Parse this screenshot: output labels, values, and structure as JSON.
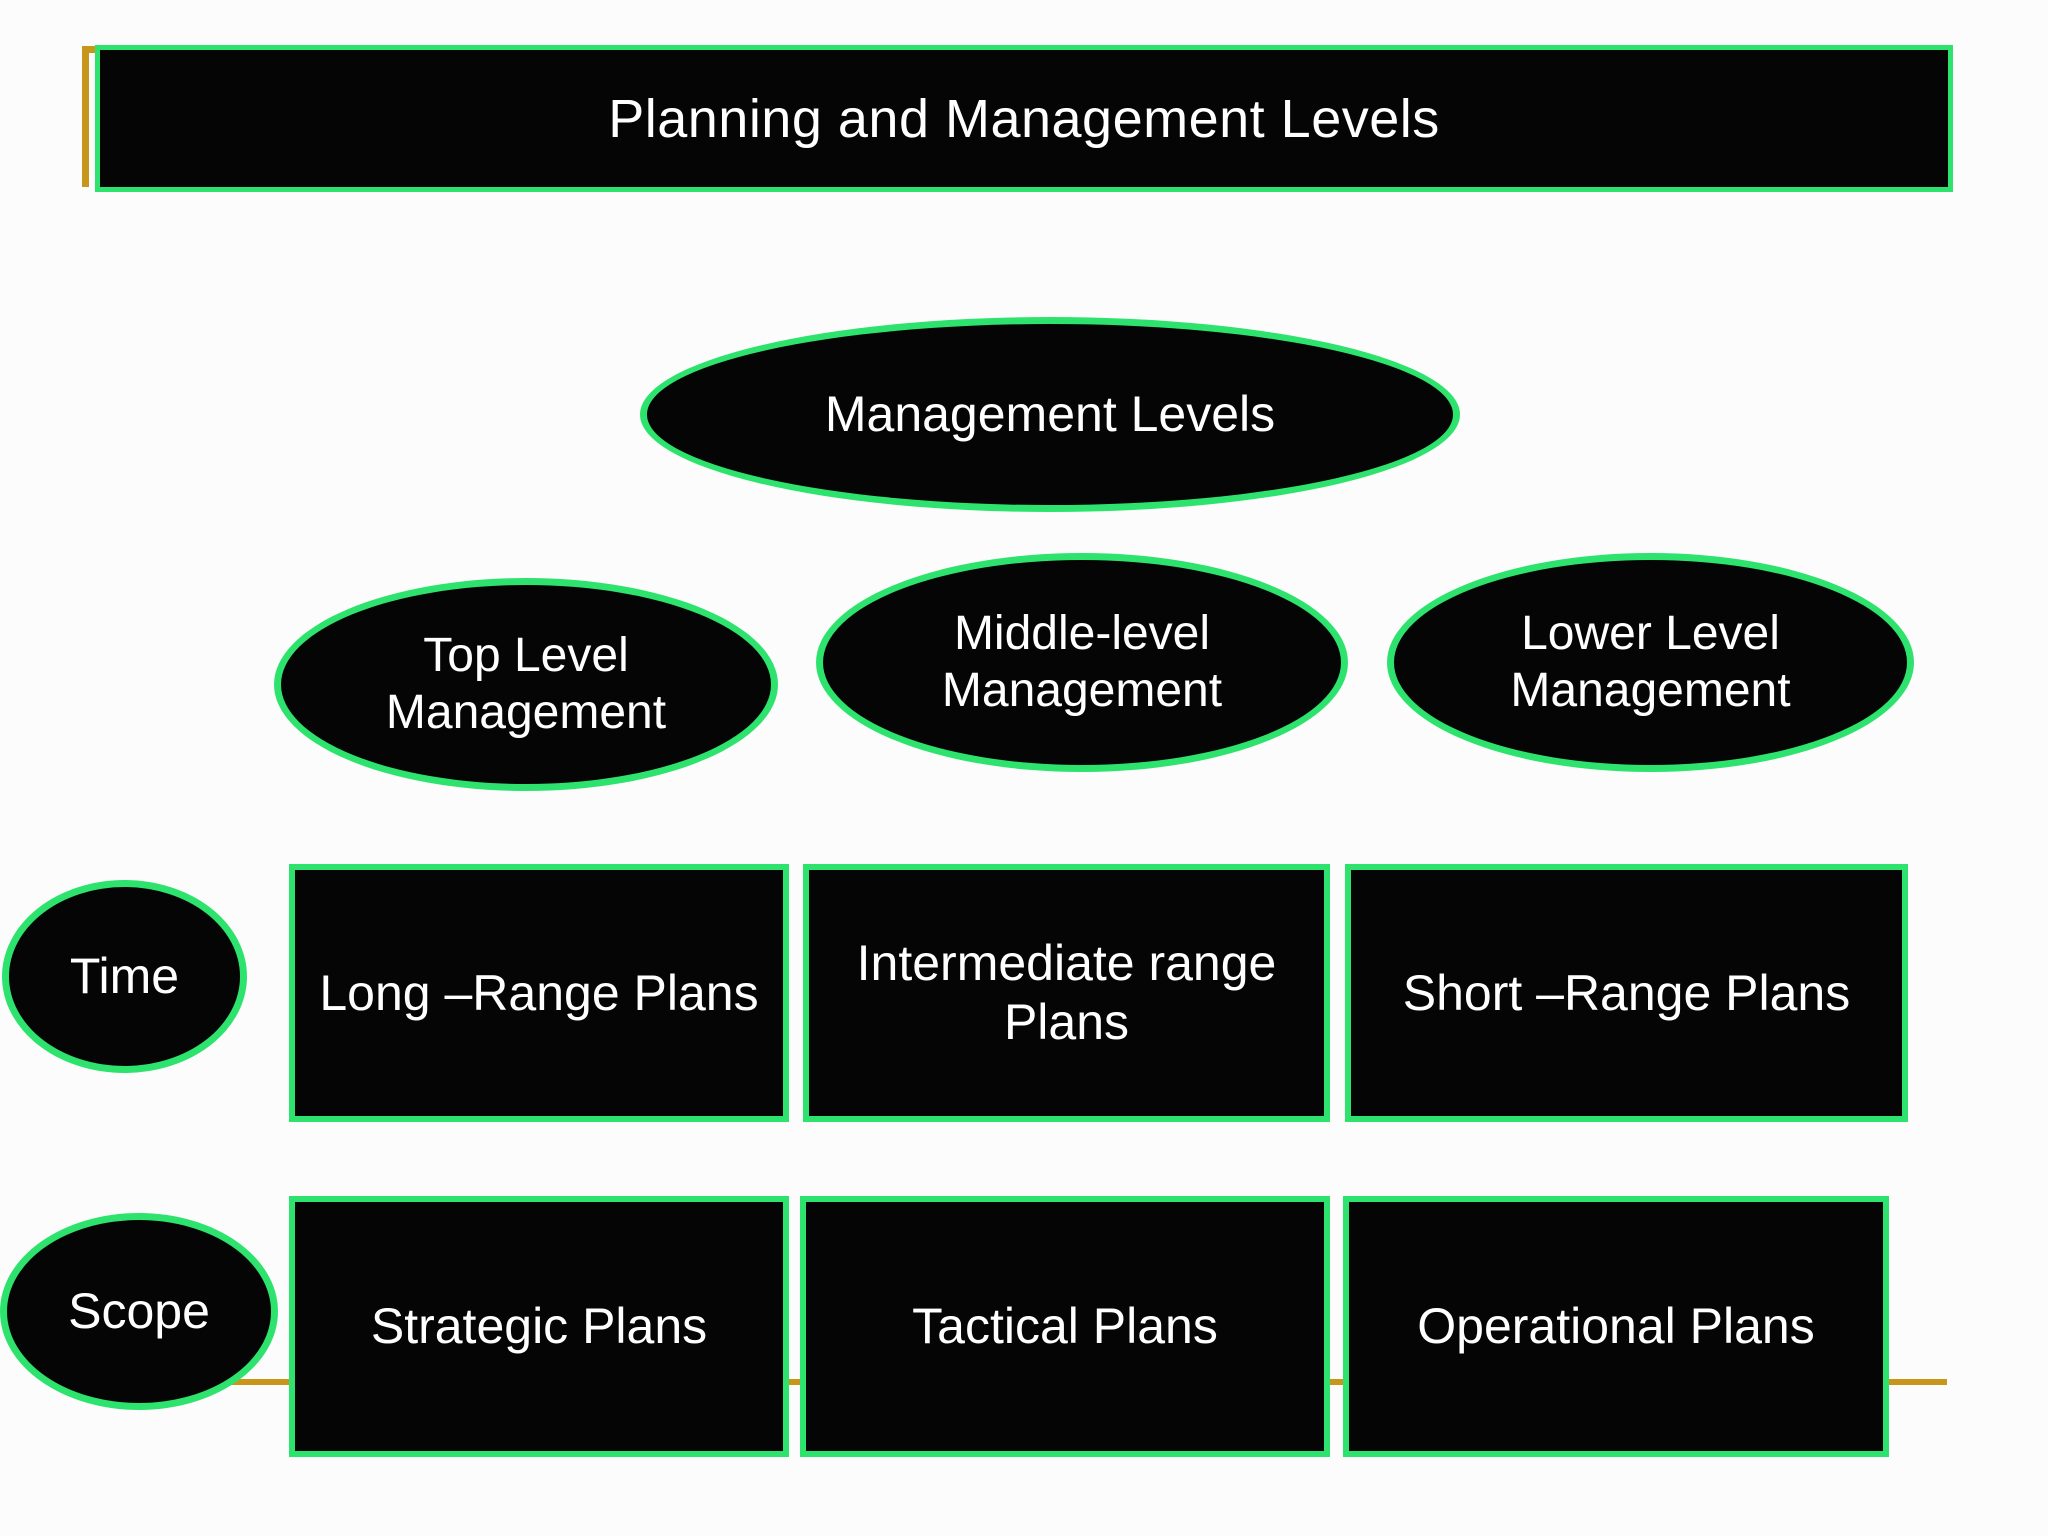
{
  "slide": {
    "title": "Planning and Management Levels"
  },
  "tree": {
    "root": "Management Levels",
    "managers": [
      "Top Level Management",
      "Middle-level Management",
      "Lower Level Management"
    ]
  },
  "rows": {
    "time": {
      "label": "Time",
      "plans": [
        "Long –Range Plans",
        "Intermediate range Plans",
        "Short –Range Plans"
      ]
    },
    "scope": {
      "label": "Scope",
      "plans": [
        "Strategic Plans",
        "Tactical Plans",
        "Operational Plans"
      ]
    }
  },
  "colors": {
    "accent-green": "#2ee36d",
    "accent-gold": "#c9961c",
    "shape-fill": "#050505",
    "text": "#ffffff",
    "background": "#fcfcfc"
  }
}
